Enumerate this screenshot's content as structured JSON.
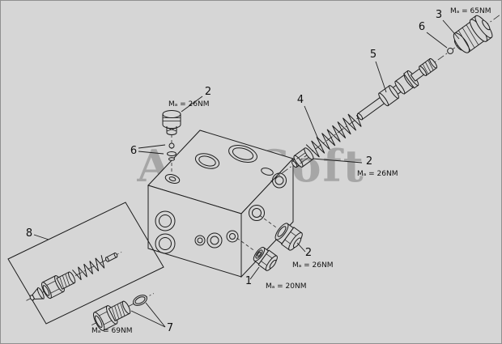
{
  "background": "#d6d6d6",
  "watermark": "AutoSoft",
  "callouts": {
    "top_plug": {
      "num": "2",
      "torque": "Mₐ =  26NM"
    },
    "top_seals": {
      "num": "6"
    },
    "cap": {
      "num": "3",
      "torque": "Mₐ =  65NM"
    },
    "cap_ball": {
      "num": "6"
    },
    "spool": {
      "num": "5"
    },
    "spring": {
      "num": "4"
    },
    "seat_plug": {
      "num": "2",
      "torque": "Mₐ =  26NM"
    },
    "side_plug": {
      "num": "2",
      "torque": "Mₐ =  26NM"
    },
    "socket_plug": {
      "num": "1",
      "torque": "Mₐ =  20NM"
    },
    "relief_assembly": {
      "num": "8"
    },
    "drain_plug": {
      "num": "7",
      "torque": "Mₐ =  69NM"
    }
  }
}
